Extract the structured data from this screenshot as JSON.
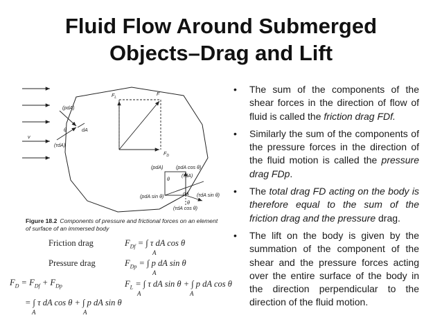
{
  "title": {
    "line1": "Fluid Flow Around Submerged",
    "line2": "Objects–Drag and Lift"
  },
  "bullets": [
    {
      "pre": "The sum of the components of the shear forces in the direction of flow of fluid is called the ",
      "em": "friction drag FDf.",
      "post": ""
    },
    {
      "pre": "Similarly the sum of the components of the pressure forces in the direction of the fluid motion is called the ",
      "em": "pressure drag FDp",
      "post": "."
    },
    {
      "pre": "The ",
      "em": "total drag FD acting on the body is therefore equal to the sum of the friction drag and the pressure",
      "post": " drag."
    },
    {
      "pre": "The lift on the body is given by the summation of the component of the shear and the pressure forces acting over the entire surface of the body in the direction perpendicular to the direction of the fluid motion.",
      "em": "",
      "post": ""
    }
  ],
  "figure": {
    "caption_num": "Figure 18.2",
    "caption_text": "Components of pressure and frictional forces on an element of surface of an immersed body",
    "labels": {
      "FL": "F",
      "FL_sub": "L",
      "F": "F",
      "FD": "F",
      "FD_sub": "D",
      "pdA": "(pdA)",
      "taudA": "(τdA)",
      "theta": "θ",
      "dA": "dA",
      "v": "v",
      "pdA2": "(pdA)",
      "pdAcos": "(pdA cos θ)",
      "taudA2": "(τdA)",
      "dA2": "dA",
      "taudAsin": "(τdA sin θ)",
      "pdAsin": "(pdA sin θ)",
      "taudAcos": "(τdA cos θ)",
      "theta2": "θ",
      "theta3": "θ"
    }
  },
  "equations": {
    "friction_label": "Friction drag",
    "pressure_label": "Pressure drag",
    "FDf": "F",
    "FDf_sub": "Df",
    "FDf_rhs": "= ∫ τ dA cos θ",
    "FDp": "F",
    "FDp_sub": "Dp",
    "FDp_rhs": "= ∫ p dA sin θ",
    "FL": "F",
    "FL_sub": "L",
    "FL_rhs": "= ∫ τ dA sin θ + ∫ p dA  cos θ",
    "FD": "F",
    "FD_sub": "D",
    "FD_rhs": "= F",
    "FD_rhs_sub1": "Df",
    "FD_rhs_plus": " + F",
    "FD_rhs_sub2": "Dp",
    "FD_line2": "= ∫ τ dA cos θ + ∫ p dA  sin θ",
    "A": "A"
  }
}
